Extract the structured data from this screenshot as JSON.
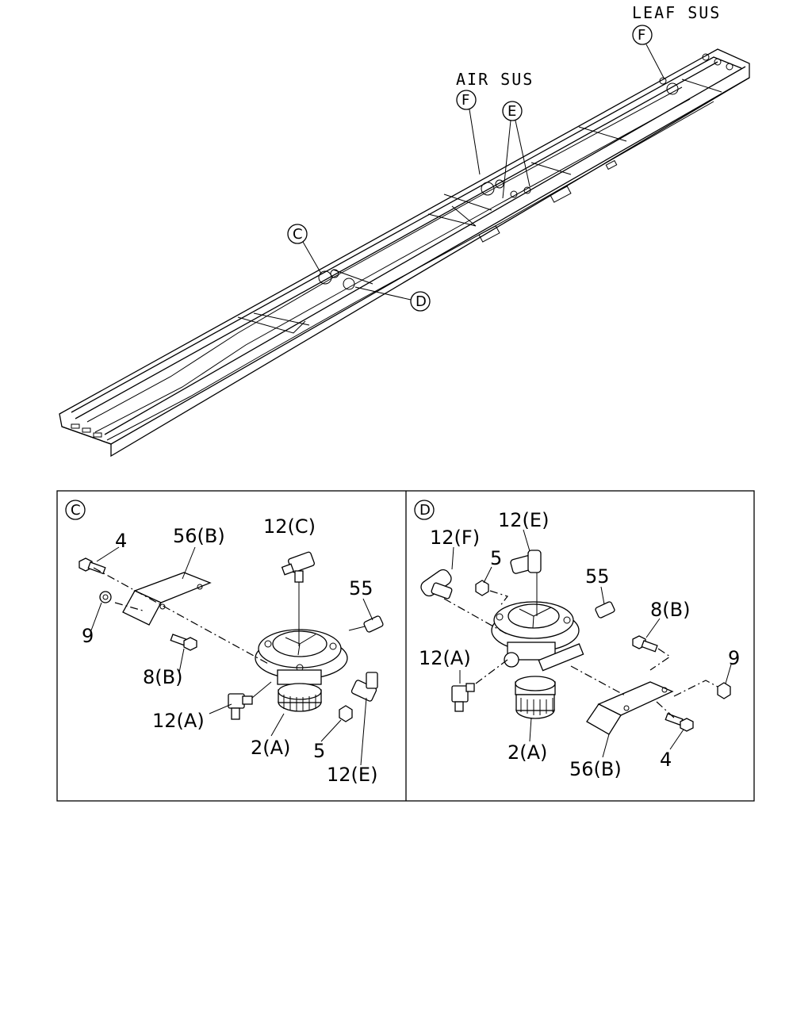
{
  "overview": {
    "leaf_sus": "LEAF SUS",
    "air_sus": "AIR SUS",
    "callouts": {
      "F1": "F",
      "F2": "F",
      "E": "E",
      "C": "C",
      "D": "D"
    }
  },
  "panel_c": {
    "tag": "C",
    "labels": {
      "p4": "4",
      "p56b": "56(B)",
      "p12c": "12(C)",
      "p55": "55",
      "p9": "9",
      "p8b": "8(B)",
      "p12a": "12(A)",
      "p2a": "2(A)",
      "p5": "5",
      "p12e": "12(E)"
    }
  },
  "panel_d": {
    "tag": "D",
    "labels": {
      "p12e": "12(E)",
      "p12f": "12(F)",
      "p5": "5",
      "p55": "55",
      "p8b": "8(B)",
      "p9": "9",
      "p12a": "12(A)",
      "p2a": "2(A)",
      "p56b": "56(B)",
      "p4": "4"
    }
  }
}
